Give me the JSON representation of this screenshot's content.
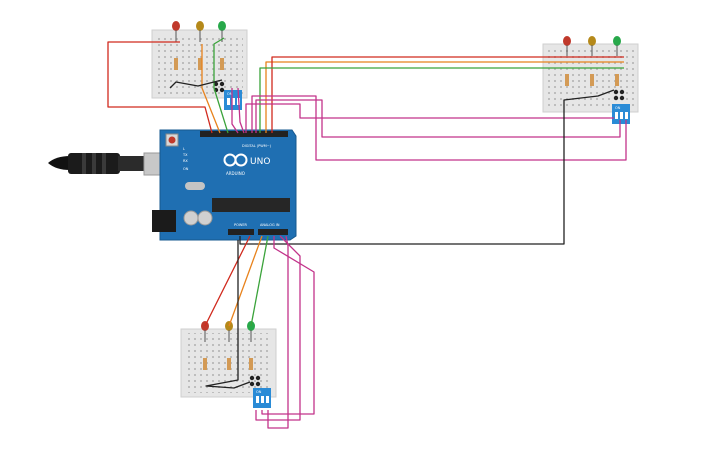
{
  "board": {
    "brand": "UNO",
    "maker": "ARDUINO",
    "digital_label": "DIGITAL (PWM~)",
    "power_label": "POWER",
    "analog_label": "ANALOG IN",
    "pin_tx": "TX",
    "pin_rx": "RX",
    "pin_l": "L",
    "on_label": "ON"
  },
  "breadboards": [
    {
      "id": "top-left",
      "switch_label": "ON"
    },
    {
      "id": "top-right",
      "switch_label": "ON"
    },
    {
      "id": "bottom",
      "switch_label": "ON"
    }
  ],
  "colors": {
    "background": "#ffffff",
    "board": "#1f6fb2",
    "breadboard": "#e6e6e6",
    "led_red": "#c0392b",
    "led_yellow": "#b5891a",
    "led_green": "#27a84a",
    "wire_red": "#d12a1e",
    "wire_orange": "#e8821c",
    "wire_green": "#3aa33a",
    "wire_magenta": "#c2338a",
    "wire_black": "#222222",
    "dip_switch": "#2a8bd6"
  }
}
